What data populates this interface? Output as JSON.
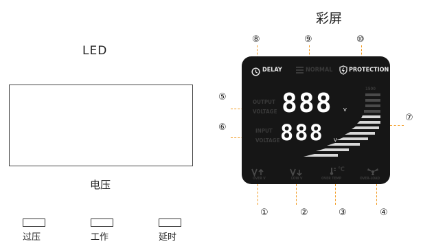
{
  "led": {
    "title": "LED",
    "caption": "电压",
    "indicators": [
      {
        "label": "过压"
      },
      {
        "label": "工作"
      },
      {
        "label": "延时"
      }
    ]
  },
  "color_screen": {
    "title": "彩屏",
    "top_labels": {
      "delay": "DELAY",
      "normal": "NORMAL",
      "protection": "PROTECTION"
    },
    "output_label_1": "OUTPUT",
    "output_label_2": "VOLTAGE",
    "input_label_1": "INPUT",
    "input_label_2": "VOLTAGE",
    "output_digits": "888",
    "input_digits": "888",
    "unit": "V",
    "scale_label": "1500",
    "bottom_labels": {
      "over_v": "OVER V",
      "low_v": "LOW V",
      "over_temp": "OVER TEMP",
      "over_load": "OVER-LOAD"
    },
    "temp_symbol": "℃",
    "callouts": [
      "①",
      "②",
      "③",
      "④",
      "⑤",
      "⑥",
      "⑦",
      "⑧",
      "⑨",
      "⑩"
    ]
  }
}
